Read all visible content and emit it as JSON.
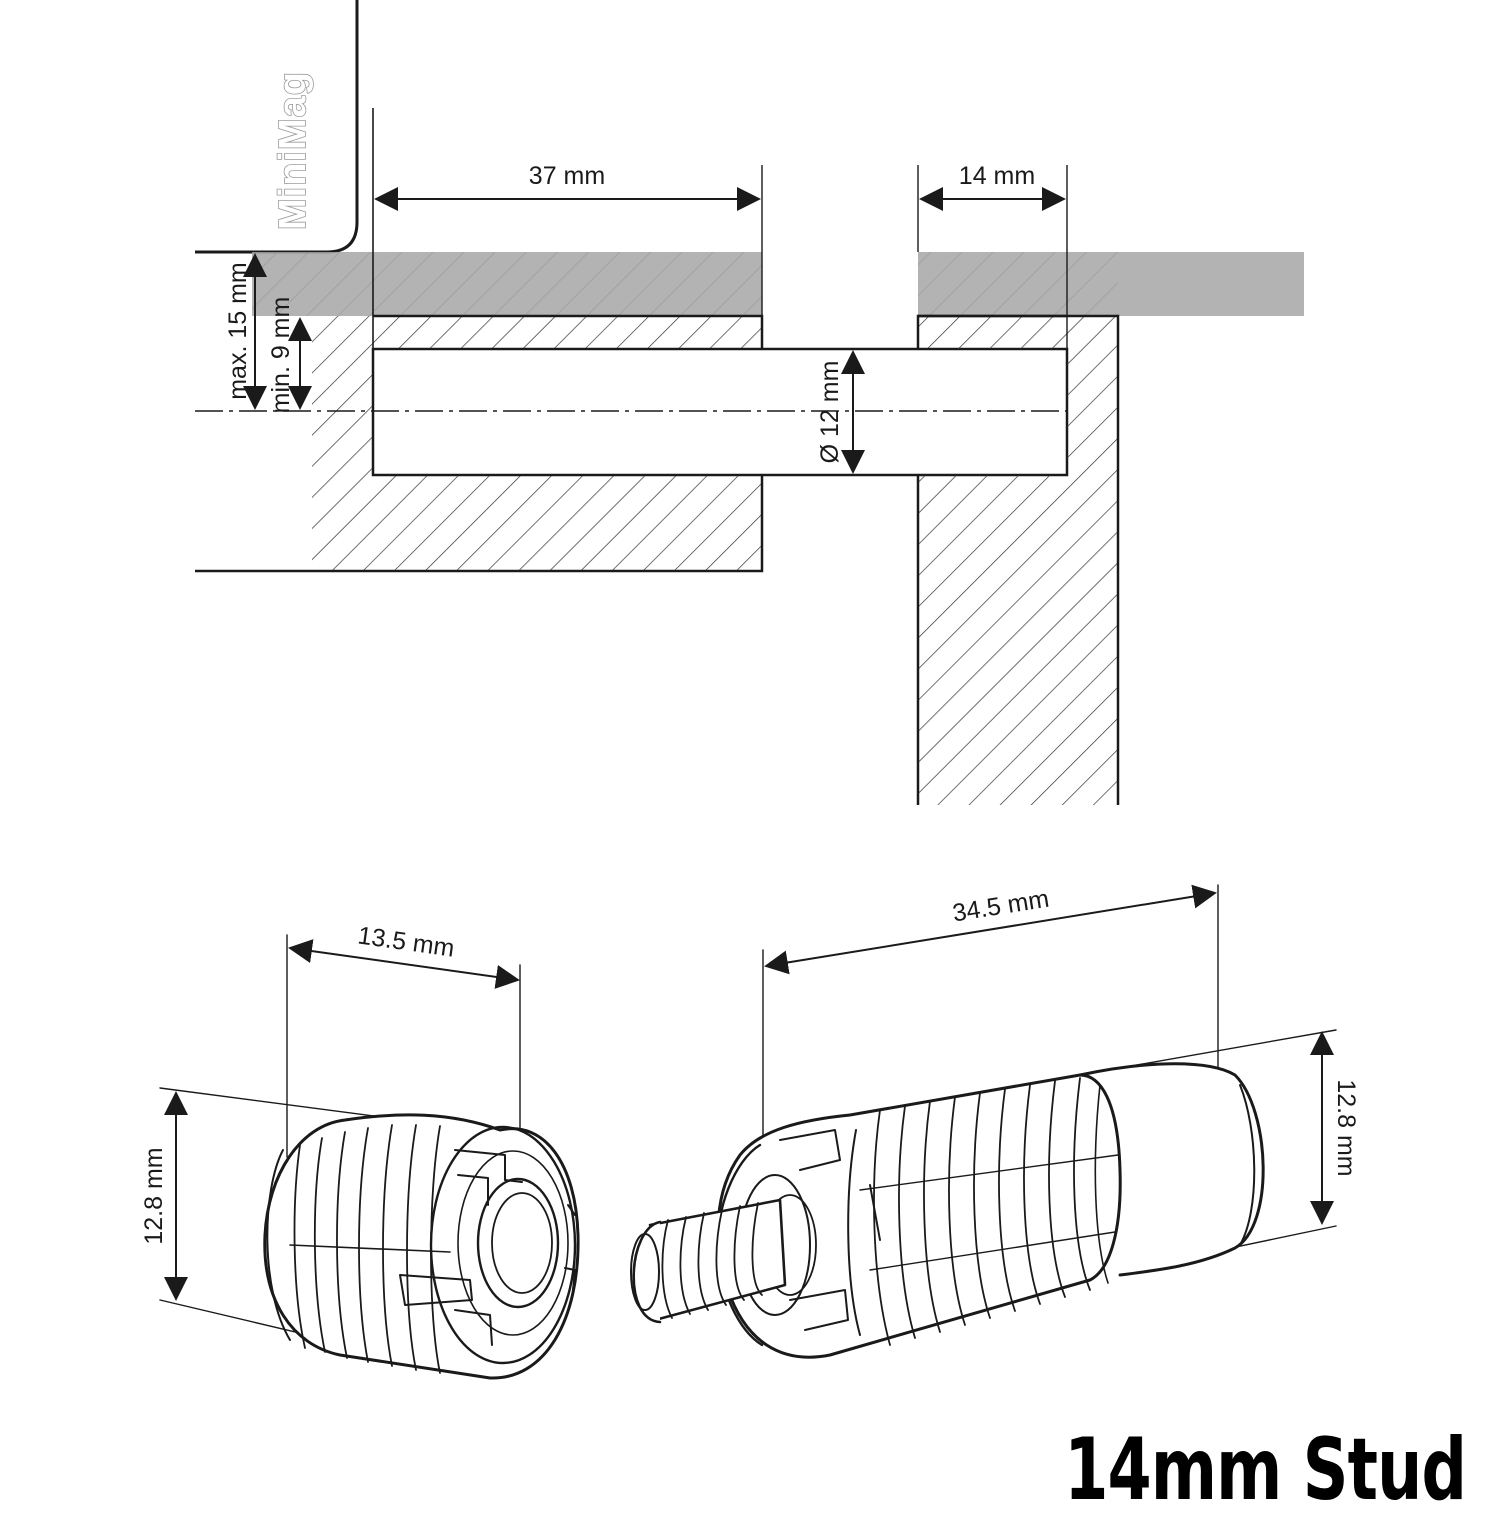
{
  "brand_label": "MiniMag",
  "section_view": {
    "dims": {
      "hole_depth": "37 mm",
      "stud_length": "14 mm",
      "diameter": "Ø 12 mm",
      "max_thickness": "max. 15 mm",
      "min_thickness": "min. 9 mm"
    }
  },
  "parts_view": {
    "dims": {
      "sleeve_length": "13.5 mm",
      "sleeve_diameter": "12.8 mm",
      "stud_body_length": "34.5  mm",
      "stud_diameter": "12.8 mm"
    }
  },
  "product_title": "14mm Stud",
  "colors": {
    "line": "#1a1a1a",
    "panel_gray": "#a6a6a6",
    "hatch": "#333333",
    "brand_outline": "#9a9a9a"
  }
}
